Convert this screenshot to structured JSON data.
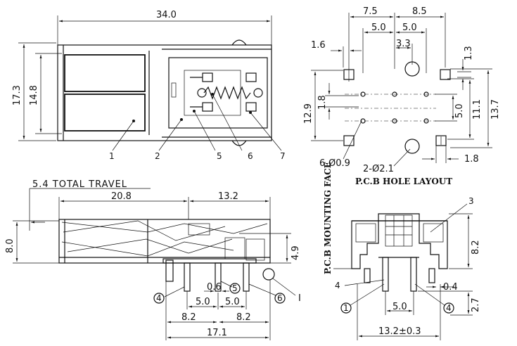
{
  "top_view": {
    "overall_width": "34.0",
    "overall_height": "17.3",
    "inner_height": "14.8",
    "parts": [
      "1",
      "2",
      "5",
      "6",
      "7"
    ]
  },
  "hole_layout": {
    "title": "P.C.B HOLE LAYOUT",
    "dims": {
      "d7_5": "7.5",
      "d8_5": "8.5",
      "d5_0a": "5.0",
      "d5_0b": "5.0",
      "d3_3": "3.3",
      "d1_6": "1.6",
      "d1_3": "1.3",
      "d12_9": "12.9",
      "d1_8v": "1.8",
      "d5_0v": "5.0",
      "d11_1": "11.1",
      "d13_7": "13.7",
      "d1_8h": "1.8"
    },
    "hole_small": "6-Ø0.9",
    "hole_large": "2-Ø2.1"
  },
  "side_view": {
    "travel": "5.4 TOTAL TRAVEL",
    "d20_8": "20.8",
    "d13_2": "13.2",
    "d8_0": "8.0",
    "d4_9": "4.9",
    "d0_6": "0.6",
    "d5_0a": "5.0",
    "d5_0b": "5.0",
    "d8_2a": "8.2",
    "d8_2b": "8.2",
    "d17_1": "17.1",
    "pin4": "4",
    "pin5": "5",
    "pin6": "6",
    "detail": "I"
  },
  "end_view": {
    "mounting": "P.C.B MOUNTING FACE",
    "part3": "3",
    "part4": "4",
    "pin1": "1",
    "pin4": "4",
    "d8_2": "8.2",
    "d0_4": "0.4",
    "d2_7": "2.7",
    "d5_0": "5.0",
    "d13_2": "13.2±0.3"
  }
}
